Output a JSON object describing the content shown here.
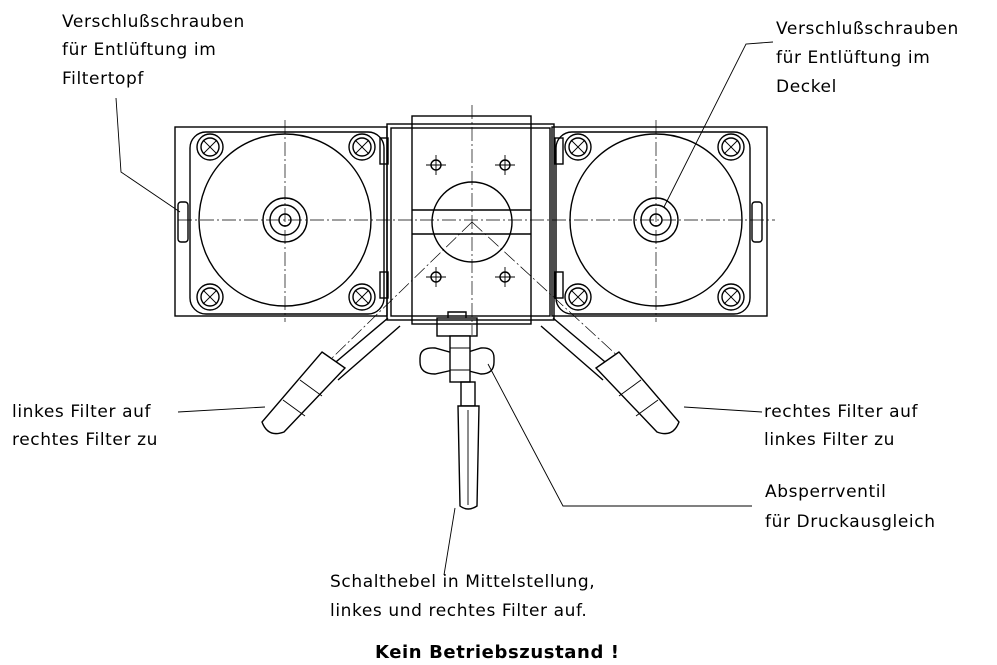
{
  "labels": {
    "top_left": [
      "Verschlußschrauben",
      "für Entlüftung im",
      "Filtertopf"
    ],
    "top_right": [
      "Verschlußschrauben",
      "für Entlüftung im",
      "Deckel"
    ],
    "left_lever": [
      "linkes Filter auf",
      "rechtes Filter zu"
    ],
    "right_lever": [
      "rechtes Filter auf",
      "linkes Filter zu"
    ],
    "valve": [
      "Absperrventil",
      "für Druckausgleich"
    ],
    "center_lever": [
      "Schalthebel in Mittelstellung,",
      "linkes und rechtes Filter auf."
    ],
    "status": "Kein Betriebszustand !"
  }
}
